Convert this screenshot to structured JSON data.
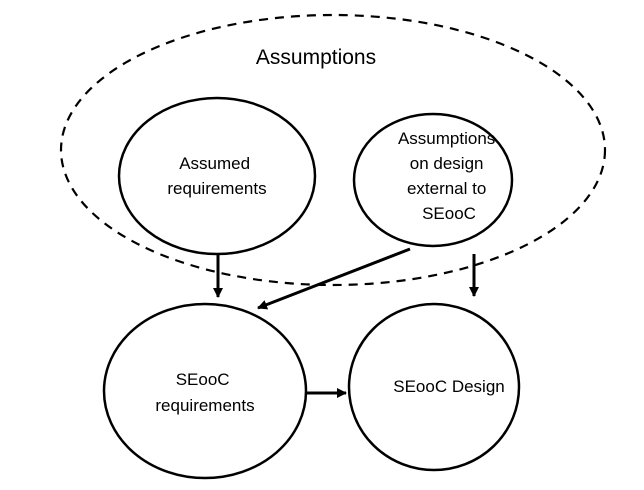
{
  "diagram": {
    "group": {
      "label": "Assumptions",
      "style": "dashed"
    },
    "nodes": {
      "assumed_requirements": {
        "lines": [
          "Assumed",
          "requirements"
        ]
      },
      "assumptions_design": {
        "lines": [
          "Assumptions",
          "on design",
          "external to",
          "SEooC"
        ]
      },
      "seooc_requirements": {
        "lines": [
          "SEooC",
          "requirements"
        ]
      },
      "seooc_design": {
        "lines": [
          "SEooC Design"
        ]
      }
    },
    "edges": [
      {
        "from": "assumed_requirements",
        "to": "seooc_requirements"
      },
      {
        "from": "assumptions_design",
        "to": "seooc_requirements"
      },
      {
        "from": "assumptions_design",
        "to": "seooc_design"
      },
      {
        "from": "seooc_requirements",
        "to": "seooc_design"
      }
    ],
    "colors": {
      "stroke": "#000000",
      "background": "#ffffff"
    }
  }
}
